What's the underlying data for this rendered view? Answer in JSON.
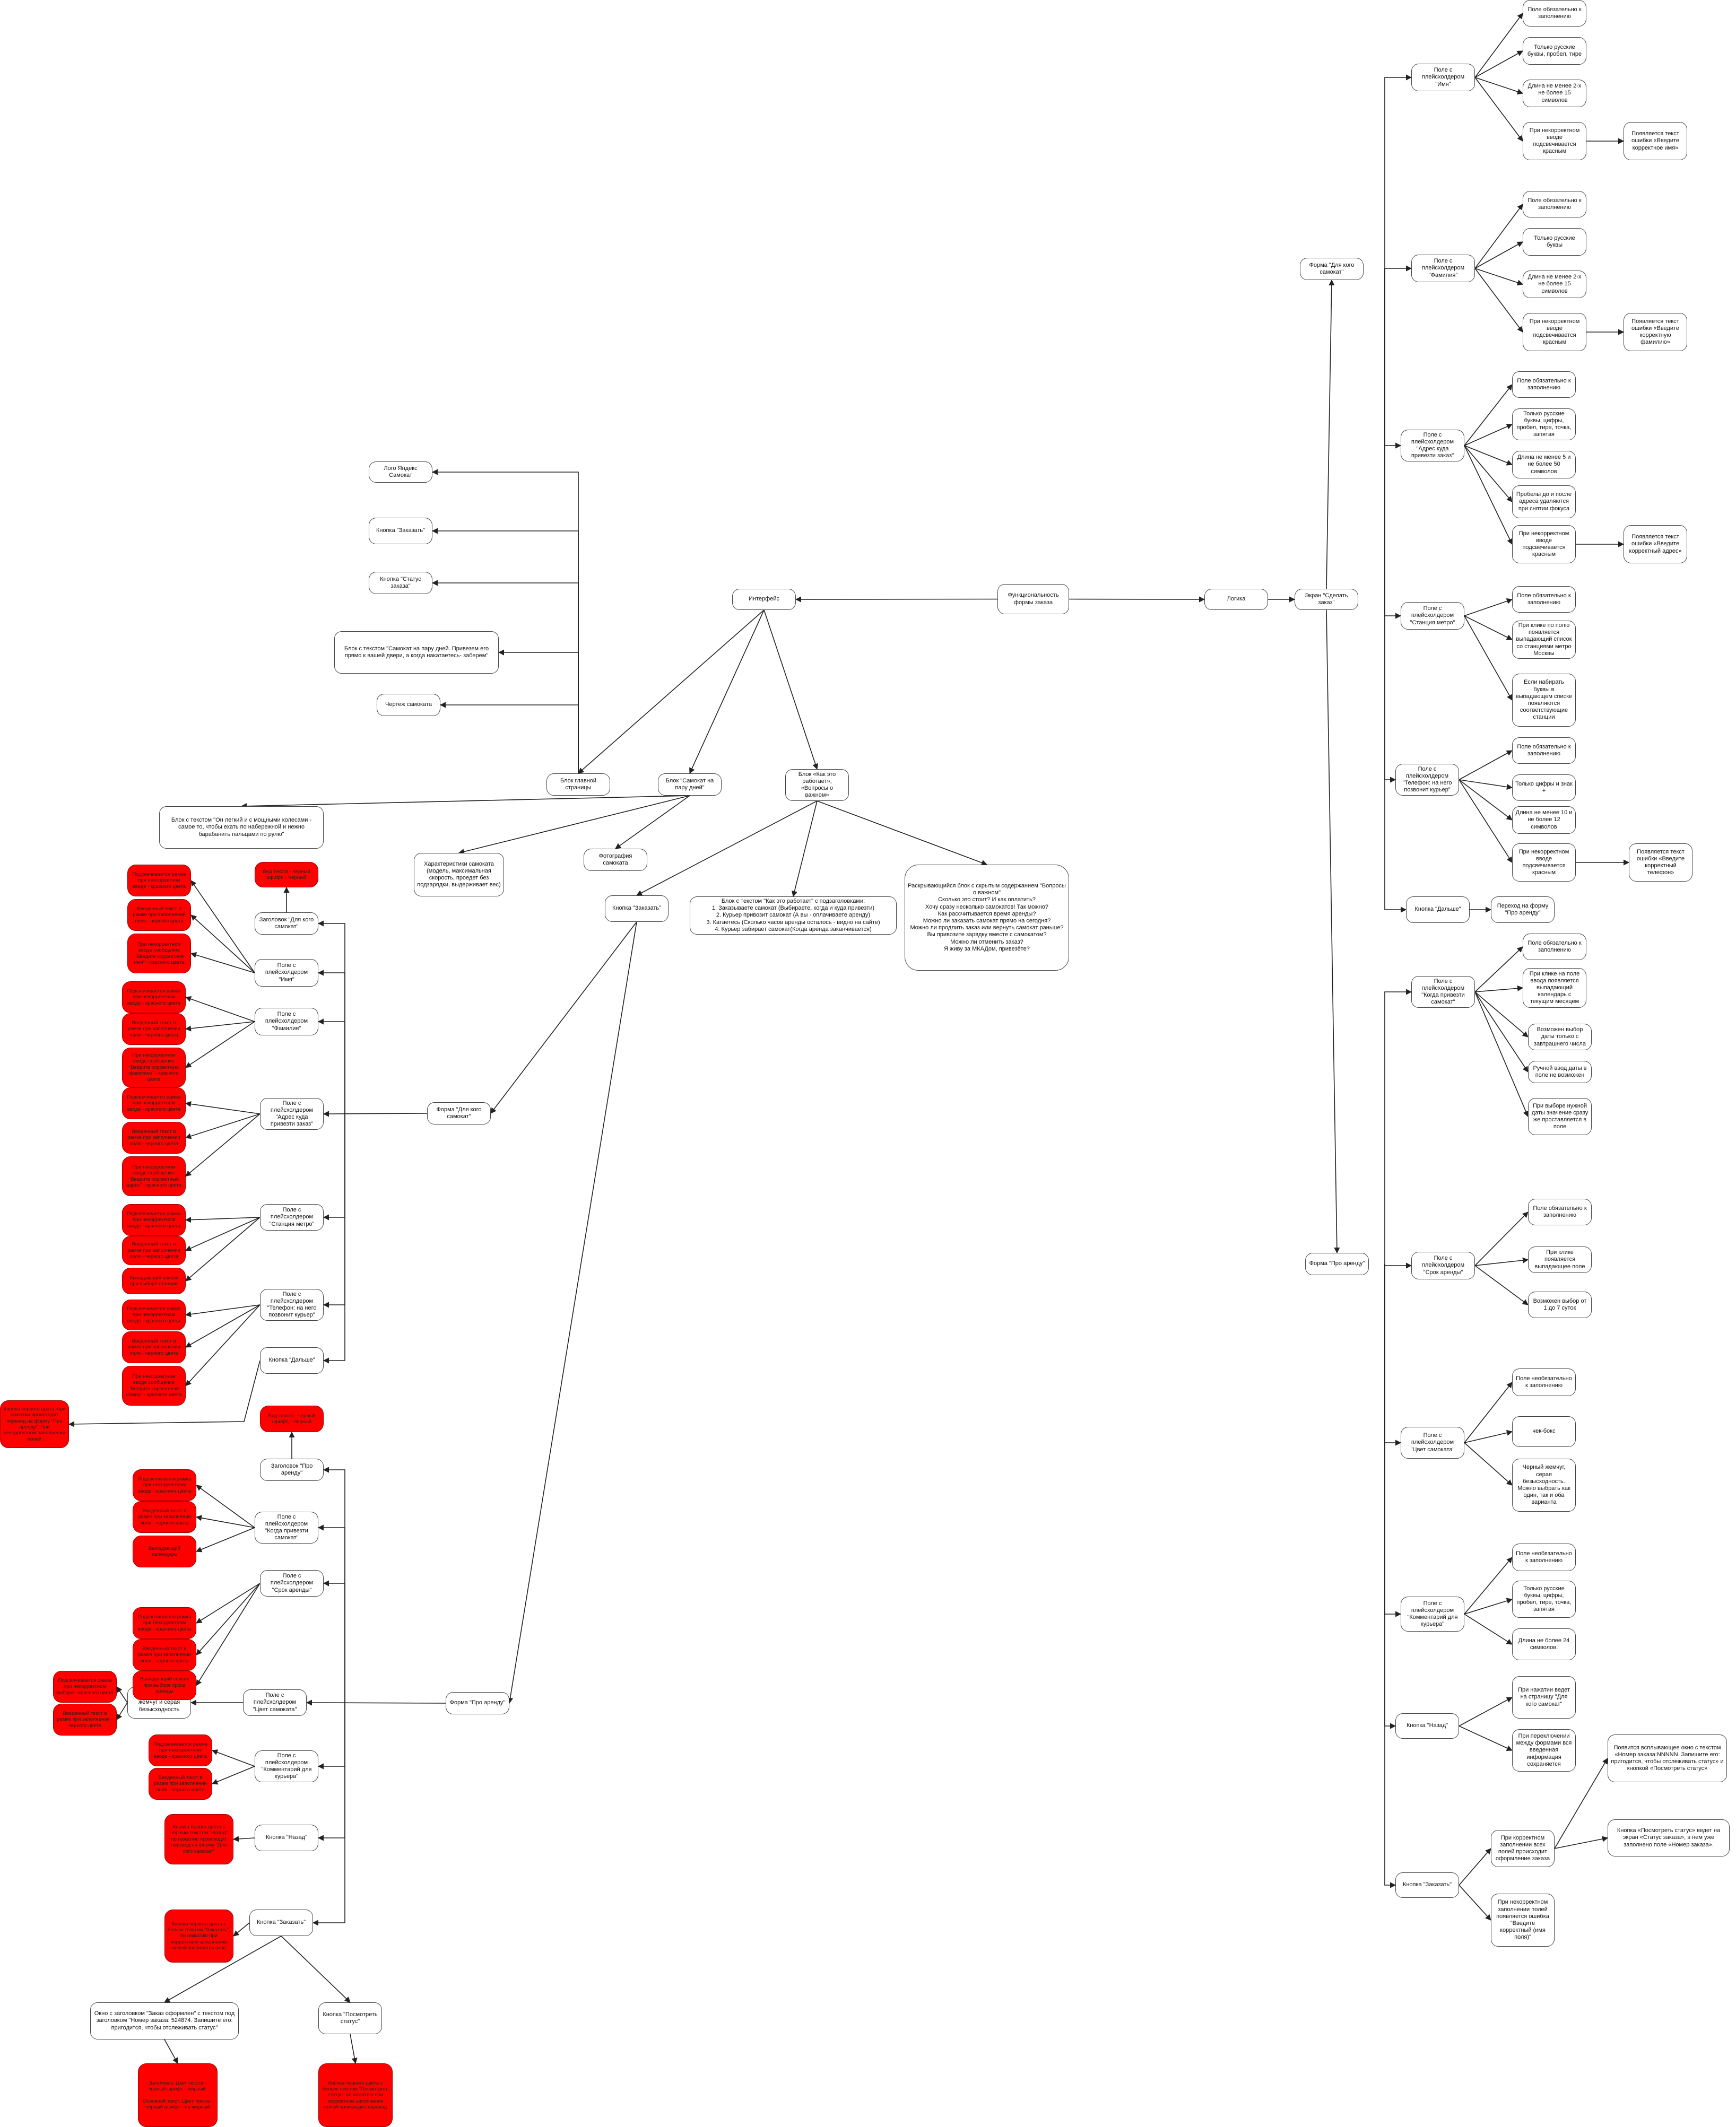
{
  "nodes": {
    "func": "Функциональность формы заказа",
    "iface": "Интерфейс",
    "logic": "Логика",
    "screen_order": "Экран \"Сделать заказ\"",
    "logo": "Лого Яндекс Самокат",
    "btn_order_top": "Кнопка \"Заказать\"",
    "btn_status_top": "Кнопка \"Статус заказа\"",
    "hero_text": "Блок с текстом \"Самокат на пару дней. Привезем его прямо к вашей двери, а когда накатаетесь- заберем\"",
    "scooter_drawing": "Чертеж самоката",
    "block_main_page": "Блок главной страницы",
    "block_scooter": "Блок \"Самокат на пару дней\"",
    "block_how": "Блок «Как это работает», «Вопросы о важном»",
    "scooter_text": "Блок с текстом \"Он легкий и с мощными колесами - самое то, чтобы ехать по набережной и нежно барабанить пальцами по рулю\"",
    "scooter_specs": "Характеристики самоката (модель, максимальная скорость, проедет без подзарядки, выдерживает вес)",
    "scooter_photo": "Фотография самоката",
    "btn_order_mid": "Кнопка \"Заказать\"",
    "how_text": "Блок с текстом \"Как это работает\" с подзаголовками:\n1. Заказываете самокат (Выбираете, когда и куда привезти)\n2. Курьер привозит самокат (А вы - оплачиваете аренду)\n3. Катаетесь (Сколько часов аренды осталось - видно на сайте)\n4. Курьер забирает самокат(Когда аренда заканчивается)",
    "faq": "Раскрывающийся блок с скрытым содержанием \"Вопросы о важном\"\nСколько это стоит? И как оплатить?\nХочу сразу несколько самокатов! Так можно?\nКак рассчитывается время аренды?\nМожно ли заказать самокат прямо на сегодня?\nМожно ли продлить заказ или вернуть самокат раньше?\nВы привозите зарядку вместе с самокатом?\nМожно ли отменить заказ?\nЯ живу за МКАДом, привезёте?",
    "form_who_l": "Форма \"Для кого самокат\"",
    "form_rent_l": "Форма \"Про аренду\"",
    "l_hdr_who": "Заголовок \"Для кого самокат\"",
    "l_hdr_who_red": "Вид текста - черный шрифт, - Черный",
    "l_name": "Поле с плейсхолдером \"Имя\"",
    "l_surname": "Поле с плейсхолдером \"Фамилия\"",
    "l_address": "Поле с плейсхолдером \"Адрес куда привезти заказ\"",
    "l_metro": "Поле с плейсхолдером \"Станция метро\"",
    "l_phone": "Поле с плейсхолдером \"Телефон: на него позвонит курьер\"",
    "l_next": "Кнопка \"Дальше\"",
    "l_next_red": "Кнопка черного цвета, при нажатии происходит переход на форму \"Про аренду\". При некорректном заполнении полей",
    "l_hdr_rent": "Заголовок \"Про аренду\"",
    "l_hdr_rent_red": "Вид текста - черный шрифт, - Черный",
    "l_when": "Поле с плейсхолдером \"Когда привезти самокат\"",
    "l_period": "Поле с плейсхолдером \"Срок аренды\"",
    "l_color": "Поле с плейсхолдером \"Цвет самоката\"",
    "l_checkbox": "Чек-боксы черный жемчуг и серая безысходность",
    "l_comment": "Поле с плейсхолдером \"Комментарий для курьера\"",
    "l_back": "Кнопка \"Назад\"",
    "l_back_red": "Кнопка белого цвета с черным текстом \"Назад\" по нажатию происходит переход на форму \"Для кого самокат\"",
    "l_order": "Кнопка \"Заказать\"",
    "l_order_red": "Кнопка черного цвета с белым текстом \"Заказать\", по нажатию при корректном заполнении полей появляется окно",
    "l_modal": "Окно с заголовком \"Заказ оформлен\" с текстом под заголовком \"Номер заказа: 524874. Запишите его: пригодится, чтобы отслеживать статус\"",
    "l_modal_red": "Заголовок: Цвет текста - черный шрифт - жирный.\n\nОсновной текст: Цвет текста - черный шрифт - не жирный",
    "l_status": "Кнопка \"Посмотреть статус\"",
    "l_status_red": "Кнопка черного цвета с белым текстом \"Посмотреть статус\" по нажатию при корректном заполнении полей происходит переход",
    "r_form_who": "Форма \"Для кого самокат\"",
    "r_name": "Поле с плейсхолдером \"Имя\"",
    "r_name_1": "Поле обязательно к заполнению",
    "r_name_2": "Только русские буквы, пробел, тире",
    "r_name_3": "Длина не менее 2-х не более 15 символов",
    "r_name_4": "При некорректном вводе подсвечивается красным",
    "r_name_err": "Появляется текст ошибки «Введите корректное имя»",
    "r_surname": "Поле с плейсхолдером \"Фамилия\"",
    "r_sur_1": "Поле обязательно к заполнению",
    "r_sur_2": "Только русские буквы",
    "r_sur_3": "Длина не менее 2-х не более 15 символов",
    "r_sur_4": "При некорректном вводе подсвечивается красным",
    "r_sur_err": "Появляется текст ошибки «Введите корректную фамилию»",
    "r_address": "Поле с плейсхолдером \"Адрес куда привезти заказ\"",
    "r_addr_1": "Поле обязательно к заполнению",
    "r_addr_2": "Только русские буквы, цифры, пробел, тире, точка, запятая",
    "r_addr_3": "Длина не менее 5 и не более 50 символов",
    "r_addr_4": "Пробелы до и после адреса удаляются при снятии фокуса",
    "r_addr_5": "При некорректном вводе подсвечивается красным",
    "r_addr_err": "Появляется текст ошибки «Введите корректный адрес»",
    "r_metro": "Поле с плейсхолдером \"Станция метро\"",
    "r_metro_1": "Поле обязательно к заполнению",
    "r_metro_2": "При клике по полю появляется выпадающий список со станциями метро Москвы",
    "r_metro_3": "Если набирать буквы в выпадающем списке появляются соответствующие станции",
    "r_phone": "Поле с плейсхолдером \"Телефон: на него позвонит курьер\"",
    "r_phone_1": "Поле обязательно к заполнению",
    "r_phone_2": "Только цифры и знак +",
    "r_phone_3": "Длина не менее 10 и не более 12 символов",
    "r_phone_4": "При некорректном вводе подсвечивается красным",
    "r_phone_err": "Появляется текст ошибки «Введите корректный телефон»",
    "r_next": "Кнопка \"Дальше\"",
    "r_next_to": "Переход на форму \"Про аренду\"",
    "r_form_rent": "Форма \"Про аренду\"",
    "r_when": "Поле с плейсхолдером \"Когда привезти самокат\"",
    "r_when_1": "Поле обязательно к заполнению",
    "r_when_2": "При клике на поле ввода появляется выпадающий календарь с текущим месяцем",
    "r_when_3": "Возможен выбор даты только с завтрашнего числа",
    "r_when_4": "Ручной ввод даты в поле не возможен",
    "r_when_5": "При выборе нужной даты значение сразу же проставляется в поле",
    "r_period": "Поле с плейсхолдером \"Срок аренды\"",
    "r_period_1": "Поле обязательно к заполнению",
    "r_period_2": "При клике появляется выпадающее поле",
    "r_period_3": "Возможен выбор от 1 до 7 суток",
    "r_color": "Поле с плейсхолдером \"Цвет самоката\"",
    "r_color_1": "Поле необязательно к заполнению",
    "r_color_2": "чек-бокс",
    "r_color_3": "Черный жемчуг, серая безысходность. Можно выбрать как один, так и оба варианта",
    "r_comment": "Поле с плейсхолдером \"Комментарий для курьера\"",
    "r_com_1": "Поле необязательно к заполнению",
    "r_com_2": "Только русские буквы, цифры, пробел, тире, точка, запятая",
    "r_com_3": "Длина не более 24 символов.",
    "r_back": "Кнопка \"Назад\"",
    "r_back_1": "При нажатии ведет на страницу \"Для кого самокат\"",
    "r_back_2": "При переключении между формами вся введенная информация сохраняется",
    "r_order": "Кнопка \"Заказать\"",
    "r_order_ok": "При корректном заполнении всех полей происходит оформление заказа",
    "r_order_bad": "При некорректном заполнении полей появляется ошибка \"Введите корректный (имя поля)\"",
    "r_popup": "Появится всплывающее окно с текстом «Номер заказа:NNNNN. Запишите его: пригодится, чтобы отслеживать статус» и кнопкой «Посмотреть статус»",
    "r_status": "Кнопка «Посмотреть статус» ведет на экран «Статус заказа», в нем уже заполнено поле «Номер заказа»."
  },
  "red_notes": {
    "n1": "Подсвечивается рамка при некорректном вводе - красного цвета",
    "n2": "Введенный текст в рамке при заполнении поля - черного цвета",
    "n3": "При некорректном вводе сообщение \"Введите корректное имя\" - красного цвета",
    "n4": "Подсвечивается рамка при некорректном вводе - красного цвета",
    "n5": "Введенный текст в рамке при заполнении поля - черного цвета",
    "n6": "При некорректном вводе сообщение \"Введите корректную фамилию\" - красного цвета",
    "n7": "Подсвечивается рамка при некорректном вводе - красного цвета",
    "n8": "Введенный текст в рамке при заполнении поля - черного цвета",
    "n9": "При некорректном вводе сообщение \"Введите корректный адрес\" - красного цвета",
    "n10": "Подсвечивается рамка при некорректном вводе - красного цвета",
    "n11": "Введенный текст в рамке при заполнении поля - черного цвета",
    "n12": "Выпадающий список при выборе станции",
    "n13": "Подсвечивается рамка при некорректном вводе - красного цвета",
    "n14": "Введенный текст в рамке при заполнении поля - черного цвета",
    "n15": "При некорректном вводе сообщение \"Введите корректный номер\" - красного цвета",
    "n16": "Подсвечивается рамка при некорректном вводе - красного цвета",
    "n17": "Введенный текст в рамке при заполнении поля - черного цвета",
    "n18": "Выпадающий календарь",
    "n19": "Подсвечивается рамка при некорректном вводе - красного цвета",
    "n20": "Введенный текст в рамке при заполнении поля - черного цвета",
    "n21": "Выпадающий список при выборе срока аренды",
    "n22": "Подсвечивается рамка при некорректном выборе - красного цвета",
    "n23": "Введенный текст в рамке при заполнении - черного цвета",
    "n24": "Подсвечивается рамка при некорректном вводе - красного цвета",
    "n25": "Введенный текст в рамке при заполнении поля - черного цвета"
  },
  "colors": {
    "node_border": "#444444",
    "red_fill": "#ff0000",
    "edge": "#222222"
  }
}
